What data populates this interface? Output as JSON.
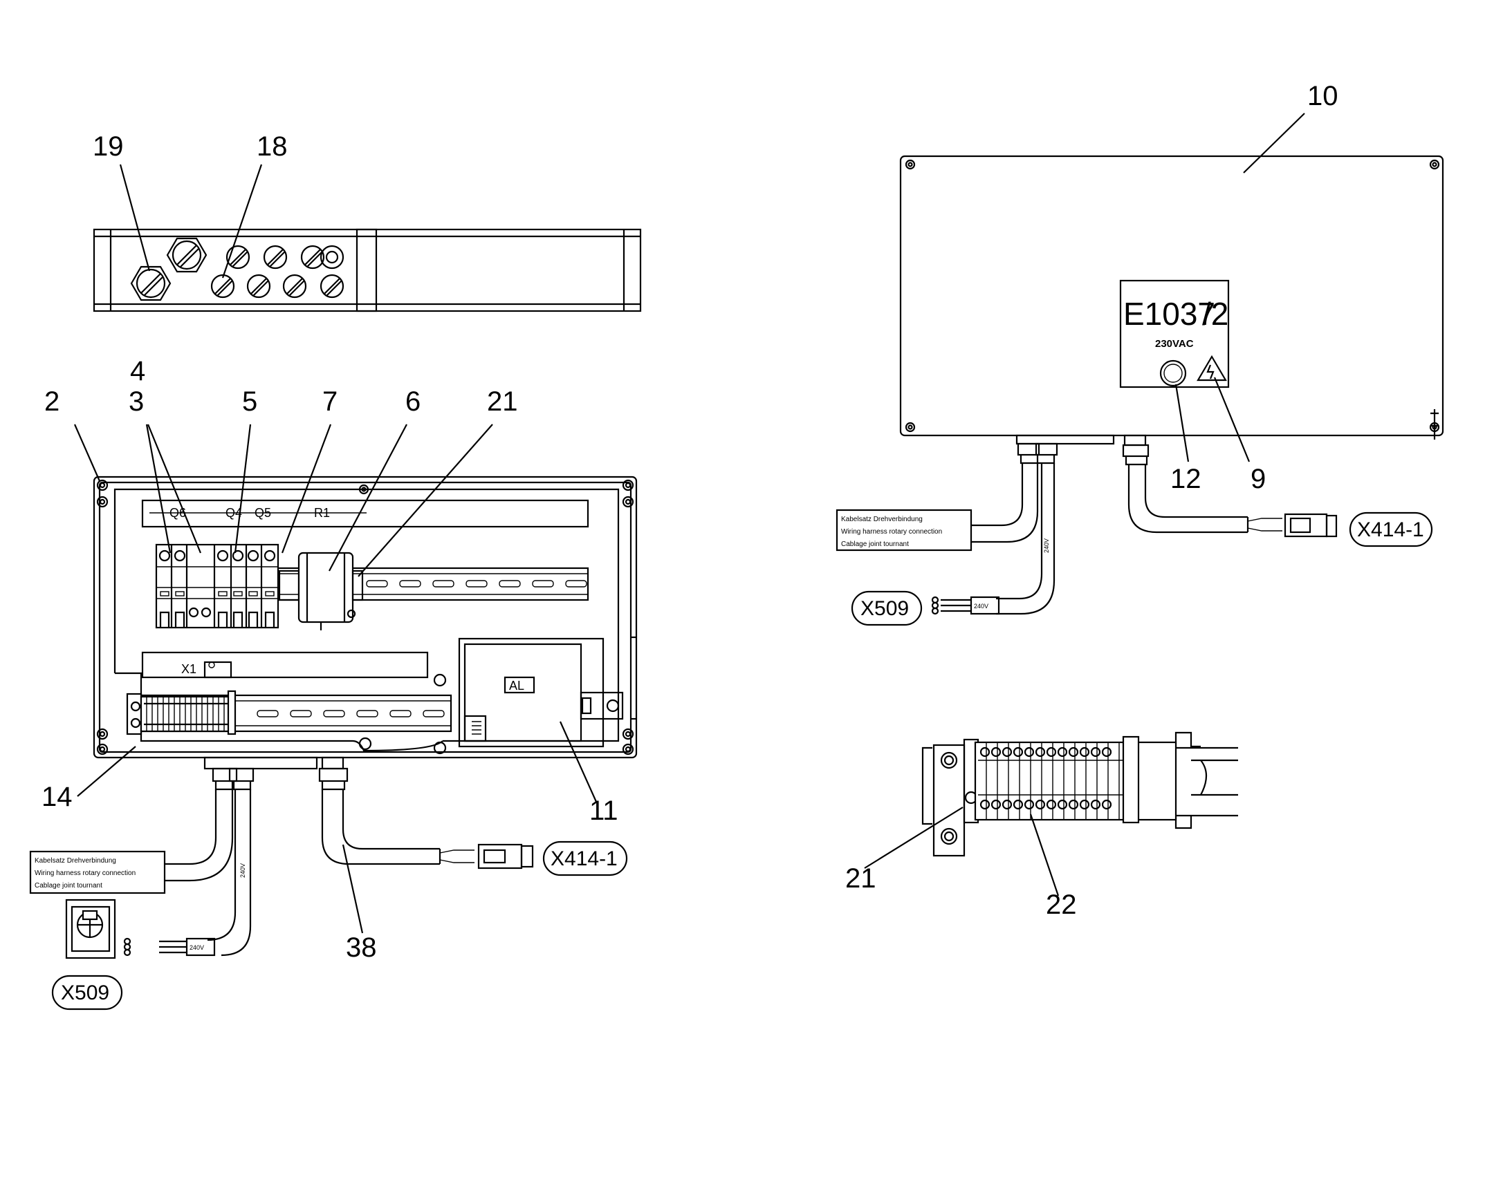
{
  "callouts": {
    "n19": "19",
    "n18": "18",
    "n4": "4",
    "n2": "2",
    "n3": "3",
    "n5": "5",
    "n7": "7",
    "n6": "6",
    "n21a": "21",
    "n14": "14",
    "n11": "11",
    "n38": "38",
    "n10": "10",
    "n12": "12",
    "n9": "9",
    "n21b": "21",
    "n22": "22"
  },
  "rail_labels": {
    "q6": "Q6",
    "q4": "Q4",
    "q5": "Q5",
    "r1": "R1"
  },
  "x1_label": "X1",
  "al_label": "AL",
  "connectors": {
    "x414_a": "X414-1",
    "x509_a": "X509",
    "x414_b": "X414-1",
    "x509_b": "X509"
  },
  "harness_label": {
    "line1": "Kabelsatz Drehverbindung",
    "line2": "Wiring harness rotary connection",
    "line3": "Cablage joint tournant"
  },
  "cable_volt": "240V",
  "nameplate": {
    "code_main": "E1037",
    "code_suffix": "/2",
    "voltage": "230VAC"
  }
}
